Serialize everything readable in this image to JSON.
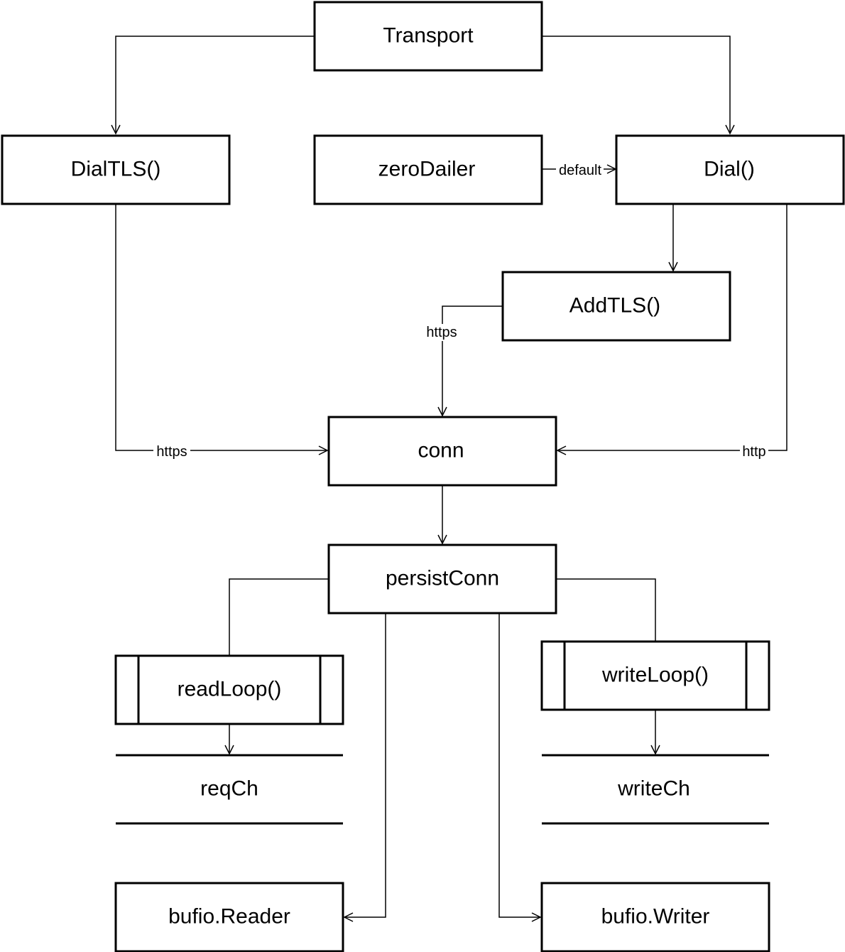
{
  "nodes": {
    "transport": "Transport",
    "dial_tls": "DialTLS()",
    "zero_dailer": "zeroDailer",
    "dial": "Dial()",
    "add_tls": "AddTLS()",
    "conn": "conn",
    "persist_conn": "persistConn",
    "read_loop": "readLoop()",
    "write_loop": "writeLoop()",
    "req_ch": "reqCh",
    "write_ch": "writeCh",
    "bufio_reader": "bufio.Reader",
    "bufio_writer": "bufio.Writer"
  },
  "edges": {
    "default_label": "default",
    "addtls_conn_label": "https",
    "dialtls_conn_label": "https",
    "dial_conn_label": "http"
  }
}
